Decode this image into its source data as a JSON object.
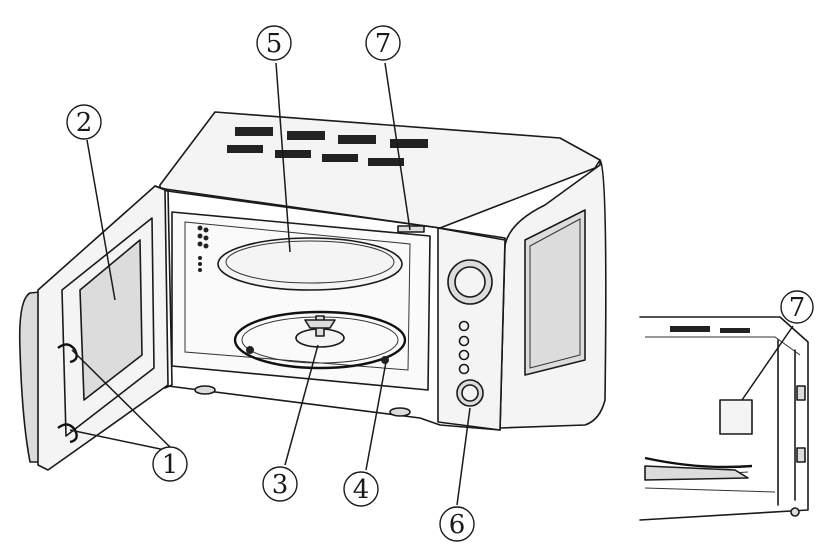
{
  "callouts": [
    {
      "id": "c1",
      "label": "1"
    },
    {
      "id": "c2",
      "label": "2"
    },
    {
      "id": "c3",
      "label": "3"
    },
    {
      "id": "c4",
      "label": "4"
    },
    {
      "id": "c5",
      "label": "5"
    },
    {
      "id": "c6",
      "label": "6"
    },
    {
      "id": "c7",
      "label": "7"
    },
    {
      "id": "c7-detail",
      "label": "7"
    }
  ]
}
